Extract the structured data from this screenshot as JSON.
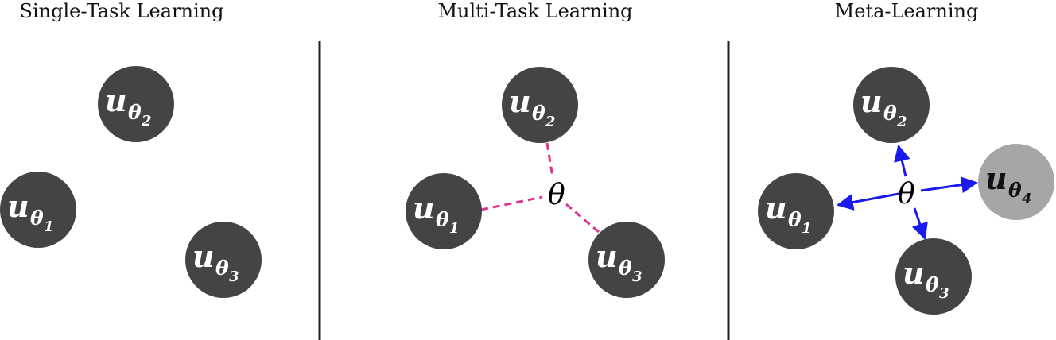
{
  "panels": [
    {
      "title": "Single-Task Learning",
      "nodes": [
        {
          "symbol": "u",
          "subscript": "θ",
          "index": "2"
        },
        {
          "symbol": "u",
          "subscript": "θ",
          "index": "1"
        },
        {
          "symbol": "u",
          "subscript": "θ",
          "index": "3"
        }
      ]
    },
    {
      "title": "Multi-Task Learning",
      "shared_parameter": "θ",
      "nodes": [
        {
          "symbol": "u",
          "subscript": "θ",
          "index": "2"
        },
        {
          "symbol": "u",
          "subscript": "θ",
          "index": "1"
        },
        {
          "symbol": "u",
          "subscript": "θ",
          "index": "3"
        }
      ],
      "edge_color": "#e0338f"
    },
    {
      "title": "Meta-Learning",
      "shared_parameter": "θ",
      "nodes": [
        {
          "symbol": "u",
          "subscript": "θ",
          "index": "2"
        },
        {
          "symbol": "u",
          "subscript": "θ",
          "index": "1"
        },
        {
          "symbol": "u",
          "subscript": "θ",
          "index": "3"
        },
        {
          "symbol": "u",
          "subscript": "θ",
          "index": "4"
        }
      ],
      "edge_color": "#1a1aee"
    }
  ],
  "colors": {
    "node_fill": "#444444",
    "new_task_node_fill": "#a6a6a6",
    "divider": "#222222"
  }
}
